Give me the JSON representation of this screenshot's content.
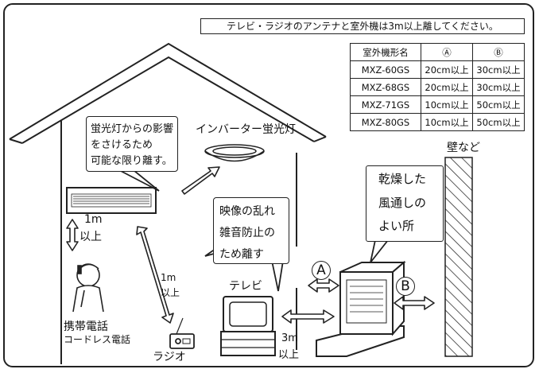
{
  "notice": "テレビ・ラジオのアンテナと室外機は3m以上離してください。",
  "table": {
    "headers": [
      "室外機形名",
      "Ⓐ",
      "Ⓑ"
    ],
    "rows": [
      [
        "MXZ-60GS",
        "20cm以上",
        "30cm以上"
      ],
      [
        "MXZ-68GS",
        "20cm以上",
        "30cm以上"
      ],
      [
        "MXZ-71GS",
        "10cm以上",
        "50cm以上"
      ],
      [
        "MXZ-80GS",
        "10cm以上",
        "50cm以上"
      ]
    ]
  },
  "labels": {
    "fluorescent_note": [
      "蛍光灯からの影響",
      "をさけるため",
      "可能な限り離す。"
    ],
    "inverter_light": "インバーター蛍光灯",
    "wall": "壁など",
    "dry_place": [
      "乾燥した",
      "風通しの",
      "よい所"
    ],
    "interference": [
      "映像の乱れ",
      "雑音防止の",
      "ため離す"
    ],
    "ac_distance": [
      "1m",
      "以上"
    ],
    "radio_distance": [
      "1m",
      "以上"
    ],
    "tv": "テレビ",
    "radio": "ラジオ",
    "phone": [
      "携帯電話",
      "コードレス電話"
    ],
    "outdoor_distance": [
      "3m",
      "以上"
    ],
    "marker_a": "A",
    "marker_b": "B"
  }
}
